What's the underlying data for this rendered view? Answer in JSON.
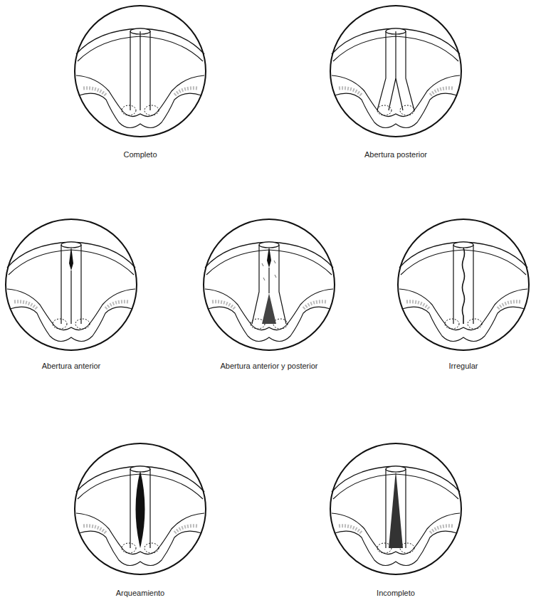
{
  "diagram": {
    "labels": [
      "Completo",
      "Abertura posterior",
      "Abertura anterior",
      "Abertura anterior y posterior",
      "Irregular",
      "Arqueamiento",
      "Incompleto"
    ]
  }
}
